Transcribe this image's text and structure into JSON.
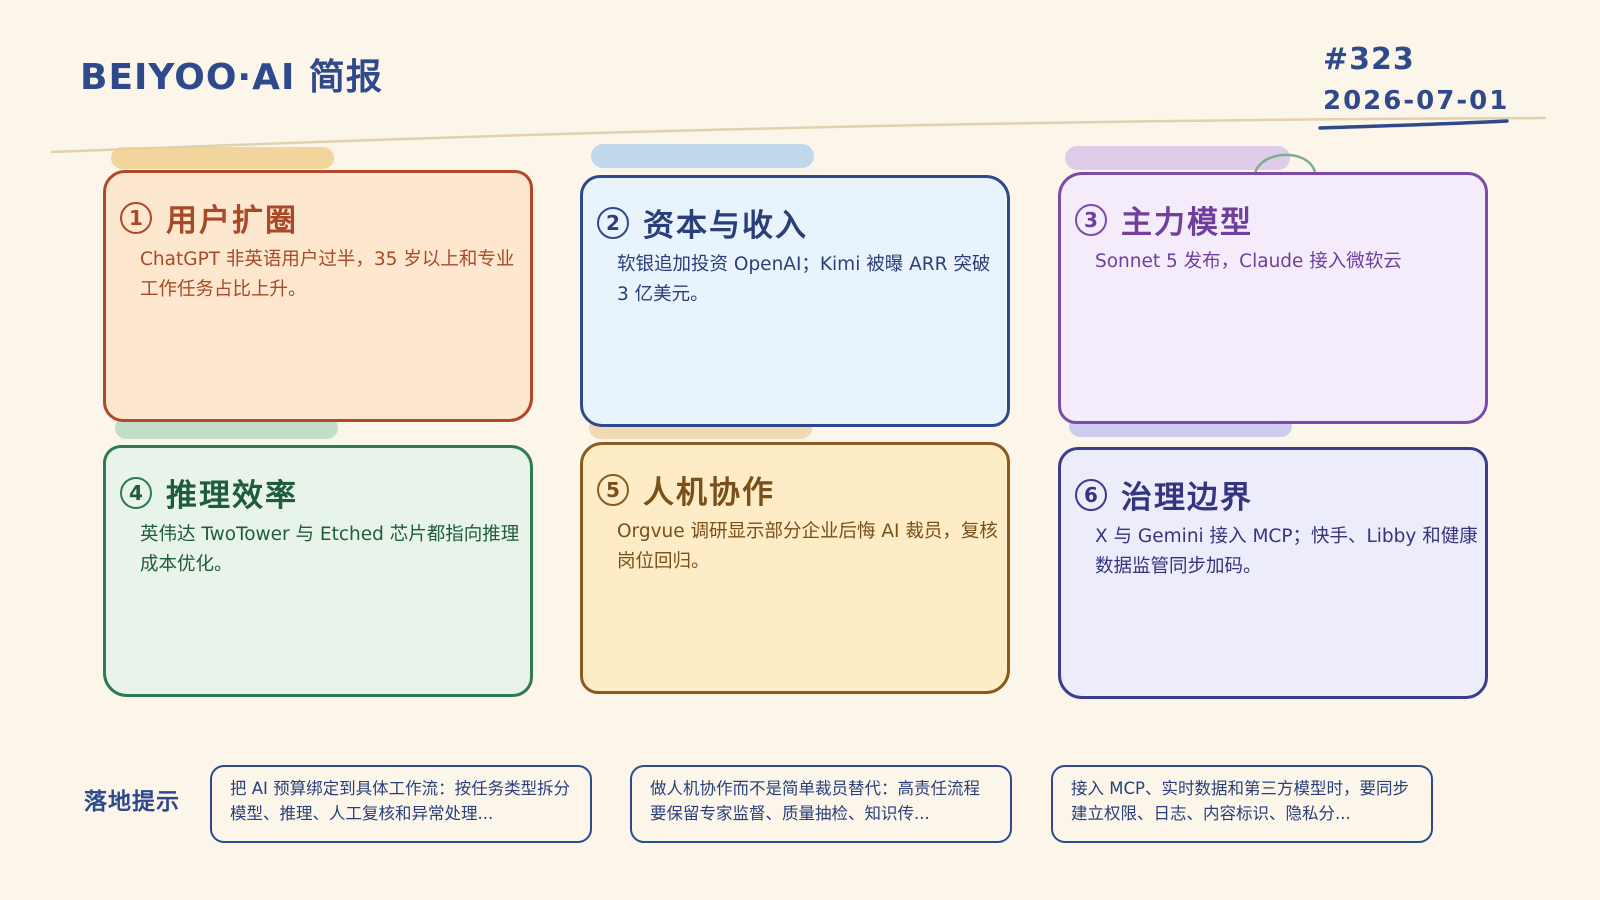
{
  "header": {
    "brand": "BEIYOO·AI 简报",
    "issue": "#323",
    "date": "2026-07-01"
  },
  "cards": [
    {
      "num": "1",
      "title": "用户扩圈",
      "body": "ChatGPT 非英语用户过半，35 岁以上和专业工作任务占比上升。",
      "border": "#b2472a",
      "fill": "#fde7cf",
      "text": "#a84a2a",
      "tape": "#eecf8f"
    },
    {
      "num": "2",
      "title": "资本与收入",
      "body": "软银追加投资 OpenAI；Kimi 被曝 ARR 突破 3 亿美元。",
      "border": "#2f4a8c",
      "fill": "#e9f3fc",
      "text": "#2a3f7a",
      "tape": "#b9d5ec"
    },
    {
      "num": "3",
      "title": "主力模型",
      "body": "Sonnet 5 发布，Claude 接入微软云",
      "border": "#7d4aa8",
      "fill": "#f4ebfb",
      "text": "#6f3f9c",
      "tape": "#dcc8ea"
    },
    {
      "num": "4",
      "title": "推理效率",
      "body": "英伟达 TwoTower 与 Etched 芯片都指向推理成本优化。",
      "border": "#2e7a55",
      "fill": "#e8f4ea",
      "text": "#1f5c3c",
      "tape": "#b8d9c2"
    },
    {
      "num": "5",
      "title": "人机协作",
      "body": "Orgvue 调研显示部分企业后悔 AI 裁员，复核岗位回归。",
      "border": "#8a5a1e",
      "fill": "#fdecc6",
      "text": "#7a4f1a",
      "tape": "#eed3a8"
    },
    {
      "num": "6",
      "title": "治理边界",
      "body": "X 与 Gemini 接入 MCP；快手、Libby 和健康数据监管同步加码。",
      "border": "#3b3c8c",
      "fill": "#ececfb",
      "text": "#34357f",
      "tape": "#c6c8ee"
    }
  ],
  "tips": {
    "label": "落地提示",
    "items": [
      "把 AI 预算绑定到具体工作流：按任务类型拆分模型、推理、人工复核和异常处理...",
      "做人机协作而不是简单裁员替代：高责任流程要保留专家监督、质量抽检、知识传...",
      "接入 MCP、实时数据和第三方模型时，要同步建立权限、日志、内容标识、隐私分..."
    ]
  },
  "colors": {
    "background": "#fcf6ea",
    "ink": "#2f4a8c"
  }
}
